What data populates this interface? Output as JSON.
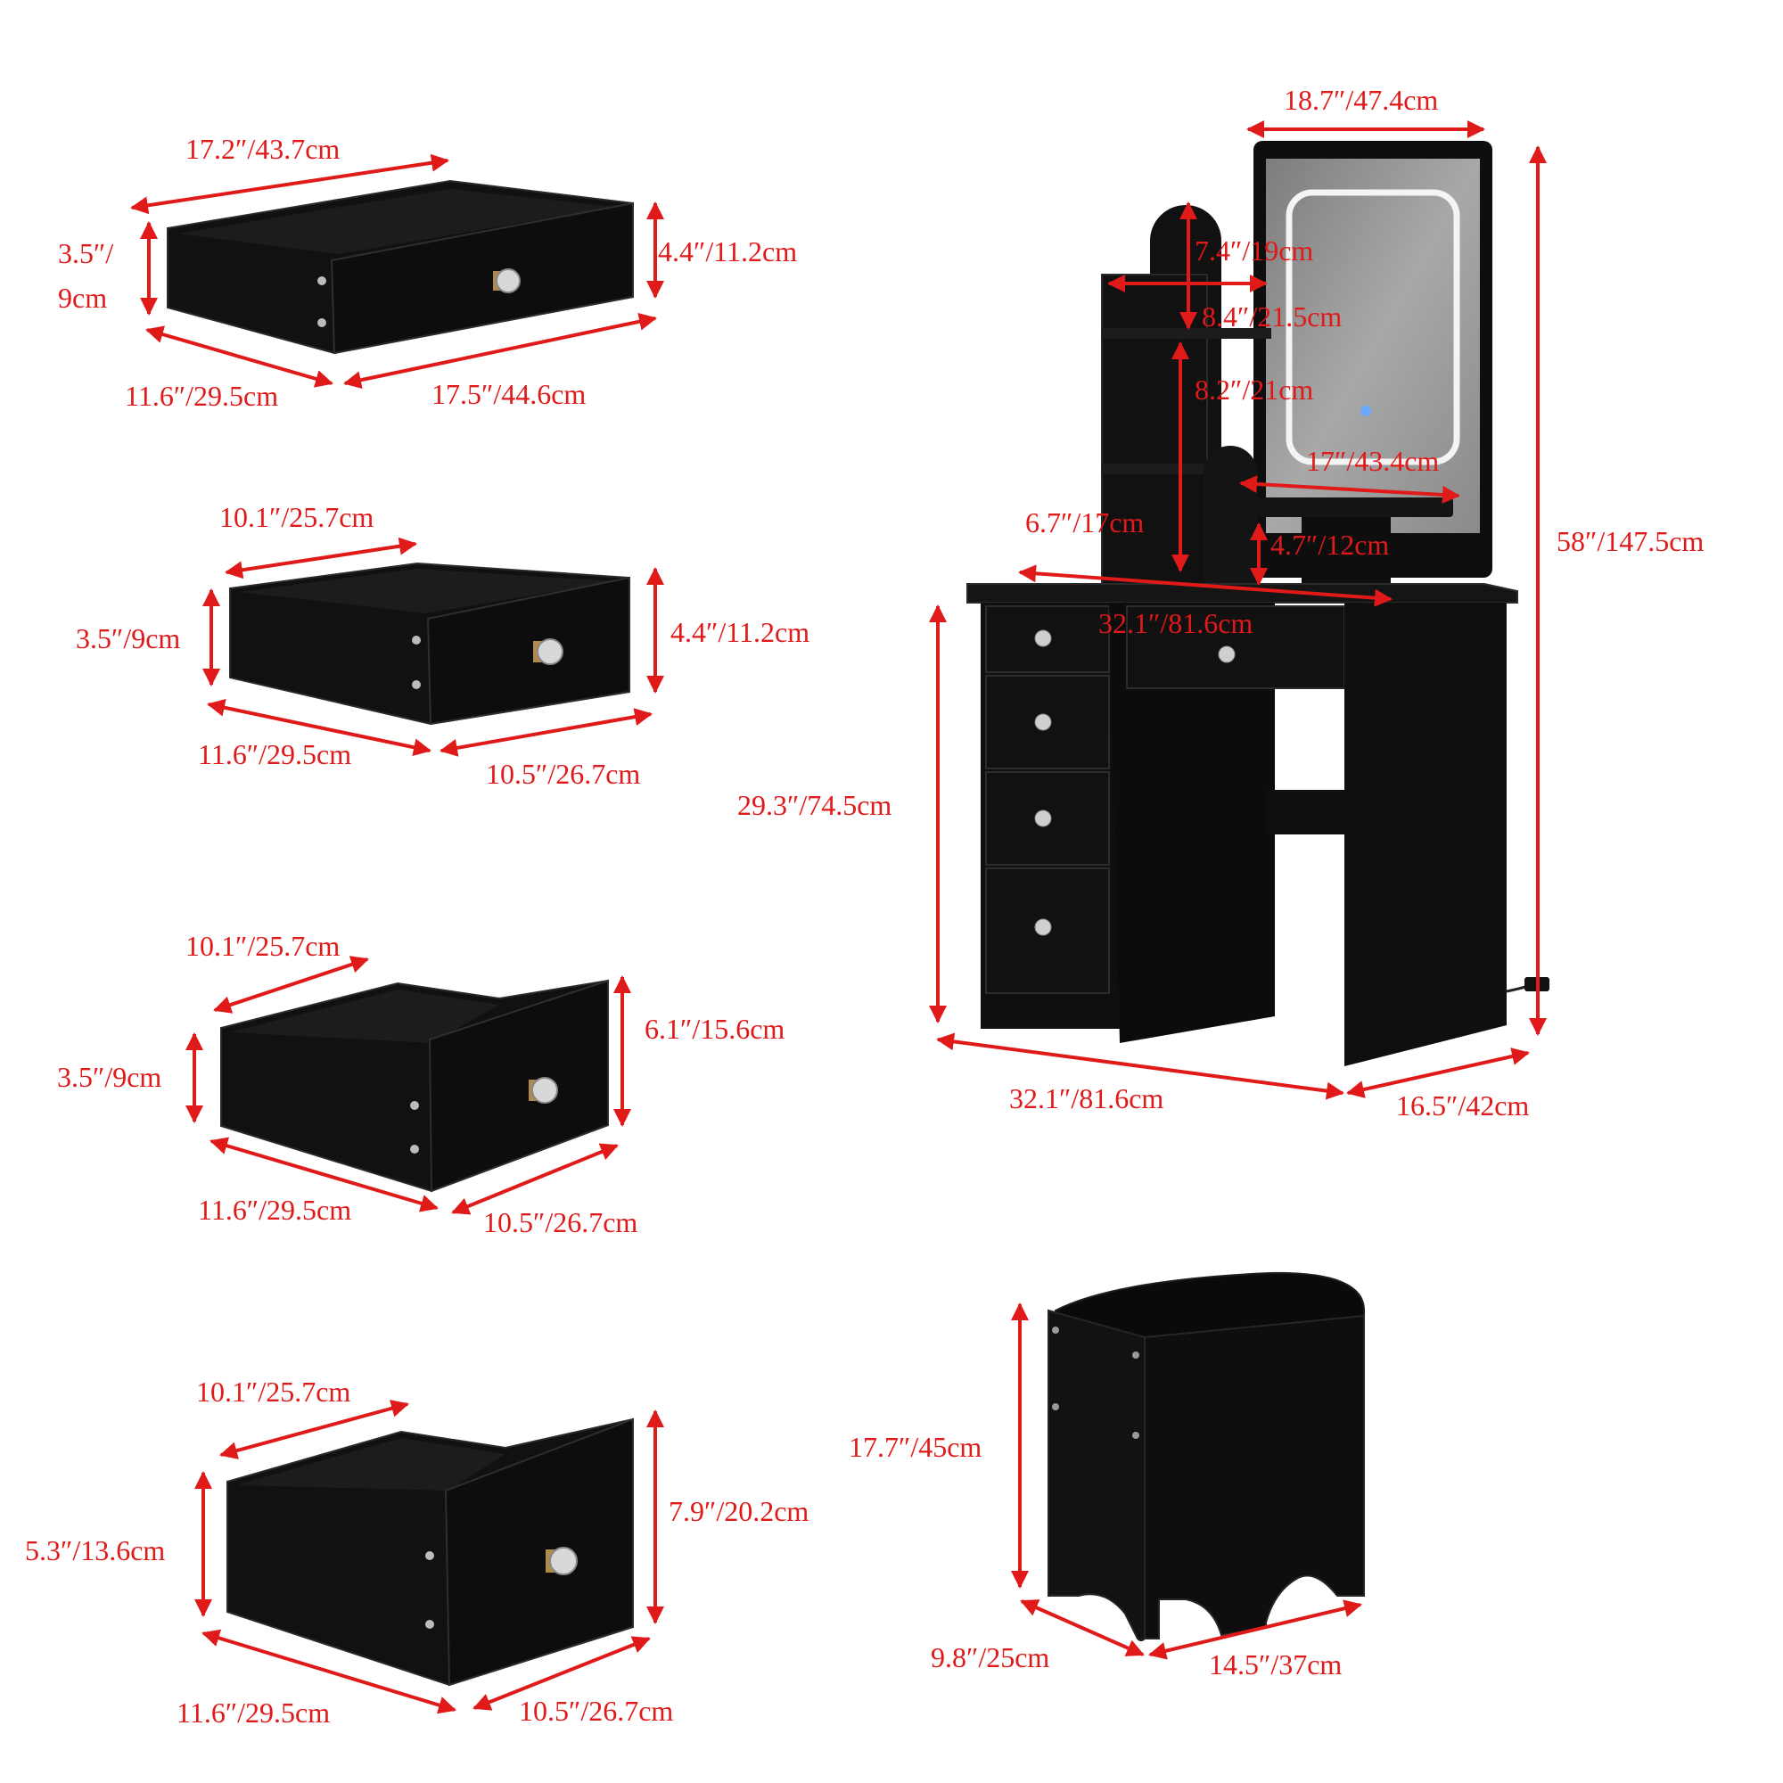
{
  "colors": {
    "background": "#ffffff",
    "furniture": "#111111",
    "furniture_edge": "#2a2a2a",
    "dimension": "#e01919",
    "knob_metal": "#b08a4a",
    "mirror_glass": "#9a9a9a",
    "led_ring": "#f4f4f4"
  },
  "drawers": [
    {
      "width": "17.2″/43.7cm",
      "side_height_line1": "3.5″/",
      "side_height_line2": "9cm",
      "front_height": "4.4″/11.2cm",
      "depth": "11.6″/29.5cm",
      "front_width": "17.5″/44.6cm"
    },
    {
      "width": "10.1″/25.7cm",
      "side_height": "3.5″/9cm",
      "front_height": "4.4″/11.2cm",
      "depth": "11.6″/29.5cm",
      "front_width": "10.5″/26.7cm"
    },
    {
      "width": "10.1″/25.7cm",
      "side_height": "3.5″/9cm",
      "front_height": "6.1″/15.6cm",
      "depth": "11.6″/29.5cm",
      "front_width": "10.5″/26.7cm"
    },
    {
      "width": "10.1″/25.7cm",
      "side_height": "5.3″/13.6cm",
      "front_height": "7.9″/20.2cm",
      "depth": "11.6″/29.5cm",
      "front_width": "10.5″/26.7cm"
    }
  ],
  "vanity": {
    "mirror_width": "18.7″/47.4cm",
    "arch_height": "7.4″/19cm",
    "upper_shelf_width": "8.4″/21.5cm",
    "shelf_spacing": "8.2″/21cm",
    "mirror_shelf_width": "17″/43.4cm",
    "lower_shelf_height": "6.7″/17cm",
    "mirror_shelf_height": "4.7″/12cm",
    "top_width": "32.1″/81.6cm",
    "total_height": "58″/147.5cm",
    "desk_height": "29.3″/74.5cm",
    "base_width": "32.1″/81.6cm",
    "depth": "16.5″/42cm"
  },
  "stool": {
    "height": "17.7″/45cm",
    "depth": "9.8″/25cm",
    "width": "14.5″/37cm"
  }
}
